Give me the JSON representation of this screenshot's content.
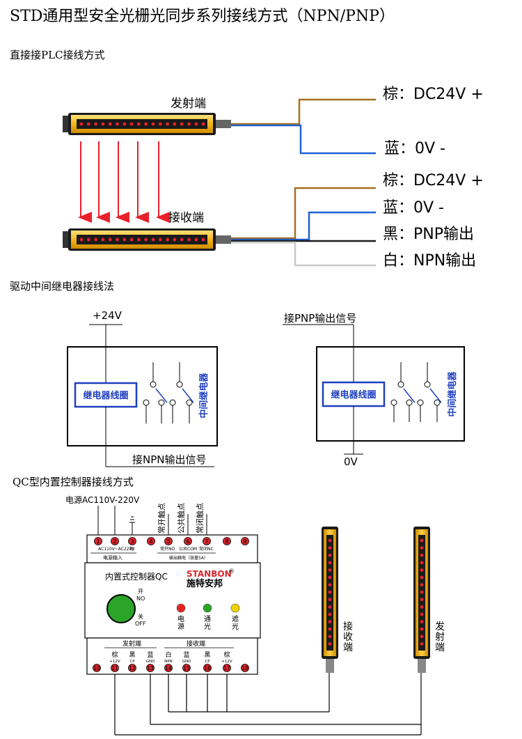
{
  "title": "STD通用型安全光栅光同步系列接线方式（NPN/PNP）",
  "section1": {
    "heading": "直接接PLC接线方式",
    "emitter_label": "发射端",
    "receiver_label": "接收端",
    "emitter_wires": [
      "棕：DC24V +",
      "蓝：0V -"
    ],
    "receiver_wires": [
      "棕：DC24V +",
      "蓝：0V -",
      "黑：PNP输出",
      "白：NPN输出"
    ]
  },
  "section2": {
    "heading": "驱动中间继电器接线法",
    "npn": {
      "supply": "+24V",
      "coil": "继电器线圈",
      "relay_name": "中间继电器",
      "signal": "接NPN输出信号"
    },
    "pnp": {
      "signal": "接PNP输出信号",
      "coil": "继电器线圈",
      "relay_name": "中间继电器",
      "ground": "0V"
    }
  },
  "section3": {
    "heading": "QC型内置控制器接线方式",
    "power_label": "电源AC110V-220V",
    "top_vertical_labels": [
      "常开触点",
      "公共触点",
      "常闭触点"
    ],
    "top_terminal_numbers": [
      "1",
      "2",
      "3",
      "4",
      "5",
      "6",
      "7",
      "8",
      "9"
    ],
    "top_sub_labels": [
      "AC110V~AC220V",
      "地",
      "常开NO",
      "公共COM",
      "常闭NC"
    ],
    "power_input_label": "电源输入",
    "relay_output_label": "输出触电（容量5A）",
    "controller_name": "内置式控制器QC",
    "brand_en": "STANBON",
    "brand_reg": "®",
    "brand_cn": "施特安邦",
    "switch_on": [
      "开",
      "NO"
    ],
    "switch_off": [
      "关",
      "OFF"
    ],
    "leds": [
      {
        "label": "电源",
        "color": "#e52421"
      },
      {
        "label": "通光",
        "color": "#2aa52a"
      },
      {
        "label": "遮光",
        "color": "#f0d200"
      }
    ],
    "emitter_group": "发射端",
    "receiver_group": "接收端",
    "bottom_terminals": [
      {
        "num": "10",
        "top": "",
        "sub": ""
      },
      {
        "num": "11",
        "top": "棕",
        "sub": "+12V"
      },
      {
        "num": "12",
        "top": "黑",
        "sub": "CP"
      },
      {
        "num": "13",
        "top": "蓝",
        "sub": "GND"
      },
      {
        "num": "14",
        "top": "白",
        "sub": "NPN"
      },
      {
        "num": "15",
        "top": "蓝",
        "sub": "GND"
      },
      {
        "num": "16",
        "top": "黑",
        "sub": "CP"
      },
      {
        "num": "17",
        "top": "棕",
        "sub": "+12V"
      },
      {
        "num": "18",
        "top": "",
        "sub": ""
      }
    ],
    "receiver_bar_label": "接收端",
    "emitter_bar_label": "发射端"
  },
  "colors": {
    "bar_yellow": "#f2b51c",
    "bar_black": "#1a1a1a",
    "led_red": "#e8202a",
    "wire_brown": "#a5701f",
    "wire_blue": "#1f5fd6",
    "wire_grey": "#c8c8c8",
    "arrow_red": "#e8202a",
    "relay_blue": "#1f3fc0",
    "terminal_red": "#d9262c"
  }
}
